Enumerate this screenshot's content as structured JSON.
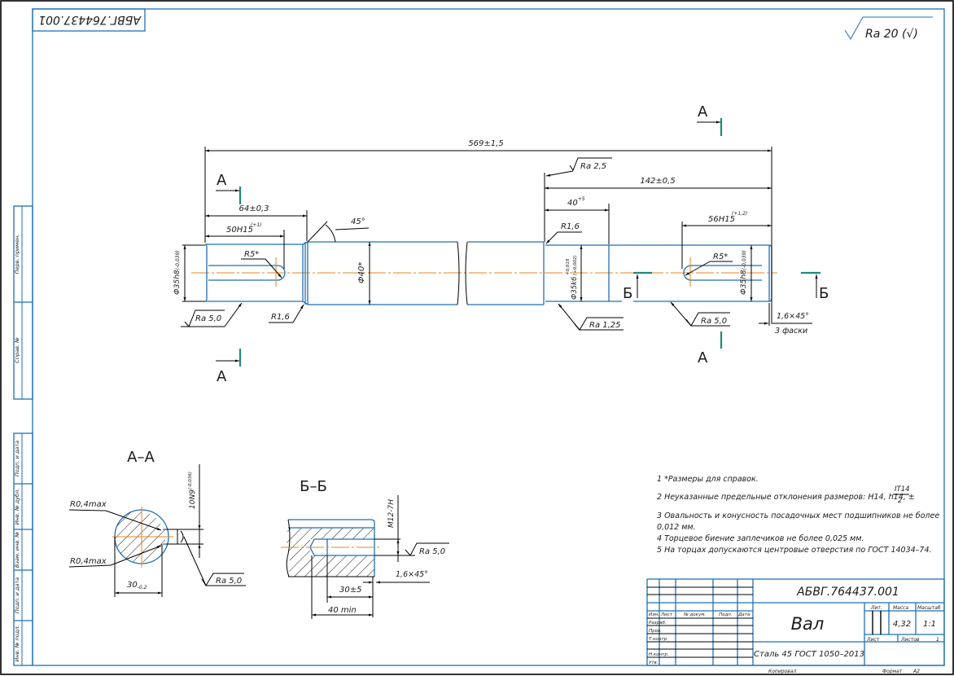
{
  "drawing": {
    "designation": "АБВГ.764437.001",
    "designation_rotated": "АБВГ.764437.001",
    "general_roughness": {
      "value": "Ra 20",
      "symbol_note": "(√)"
    }
  },
  "main_view": {
    "dimensions": {
      "overall_length": "569±1,5",
      "keyway_position": "64±0,3",
      "keyway_left_length": "50H15",
      "keyway_left_length_tol": "(+1)",
      "chamfer_angle": "45°",
      "step_length": "142±0,5",
      "bearing_seat_length": "40",
      "bearing_seat_length_tol": "+5",
      "keyway_right_length": "56H15",
      "keyway_right_length_tol": "(+1,2)",
      "left_journal_dia": "Ф35h8",
      "left_journal_dia_tol": "(-0,039)",
      "mid_dia": "Ф40*",
      "bearing_dia": "Ф35k6",
      "bearing_dia_tol_upper": "+0,018",
      "bearing_dia_tol_lower": "(+0,002)",
      "right_journal_dia": "Ф35h8",
      "right_journal_dia_tol": "(-0,039)",
      "keyway_left_radius": "R5*",
      "keyway_right_radius": "R5*",
      "fillet_left": "R1,6",
      "fillet_right": "R1,6",
      "end_chamfer": "1,6×45°",
      "end_chamfer_note": "3 фаски"
    },
    "roughness": {
      "left_journal": "Ra 5,0",
      "shoulder": "Ra 2,5",
      "bearing_seat": "Ra 1,25",
      "right_journal": "Ra 5,0"
    },
    "section_marks": {
      "a": "А",
      "b": "Б"
    }
  },
  "section_aa": {
    "title": "А–А",
    "radius_top": "R0,4max",
    "radius_bottom": "R0,4max",
    "key_width": "10N9",
    "key_width_tol": "(-0,036)",
    "depth": "30",
    "depth_tol": "-0,2",
    "roughness": "Ra 5,0"
  },
  "section_bb": {
    "title": "Б–Б",
    "thread": "M12-7H",
    "roughness": "Ra 5,0",
    "chamfer": "1,6×45°",
    "thread_length": "30±5",
    "hole_depth": "40 min"
  },
  "notes": [
    "1  *Размеры для справок.",
    "2  Неуказанные предельные отклонения размеров: H14, h14, ±",
    "3  Овальность и конусность посадочных мест подшипников не более",
    "0,012 мм.",
    "4  Торцевое биение заплечиков не более 0,025 мм.",
    "5  На торцах допускаются центровые отверстия по ГОСТ 14034–74."
  ],
  "notes_fraction": {
    "numerator": "IT14",
    "denominator": "2"
  },
  "title_block": {
    "designation": "АБВГ.764437.001",
    "part_name": "Вал",
    "material": "Сталь 45 ГОСТ 1050–2013",
    "columns": [
      "Изм.",
      "Лист",
      "№ докум.",
      "Подп.",
      "Дата"
    ],
    "rows": [
      "Разраб.",
      "Пров.",
      "Т.контр.",
      "",
      "Н.контр.",
      "Утв."
    ],
    "lit_label": "Лит.",
    "mass_label": "Масса",
    "scale_label": "Масштаб",
    "mass": "4,32",
    "scale": "1:1",
    "sheet_label": "Лист",
    "sheets_label": "Листов",
    "sheets_value": "1",
    "copied_label": "Копировал",
    "format_label": "Формат",
    "format_value": "A2"
  },
  "side_stamp": {
    "upper": [
      "Перв. примен.",
      "Справ. №"
    ],
    "lower": [
      "Подп. и дата",
      "Инв. № дубл.",
      "Взам. инв. №",
      "Подп. и дата",
      "Инв. № подл."
    ]
  }
}
